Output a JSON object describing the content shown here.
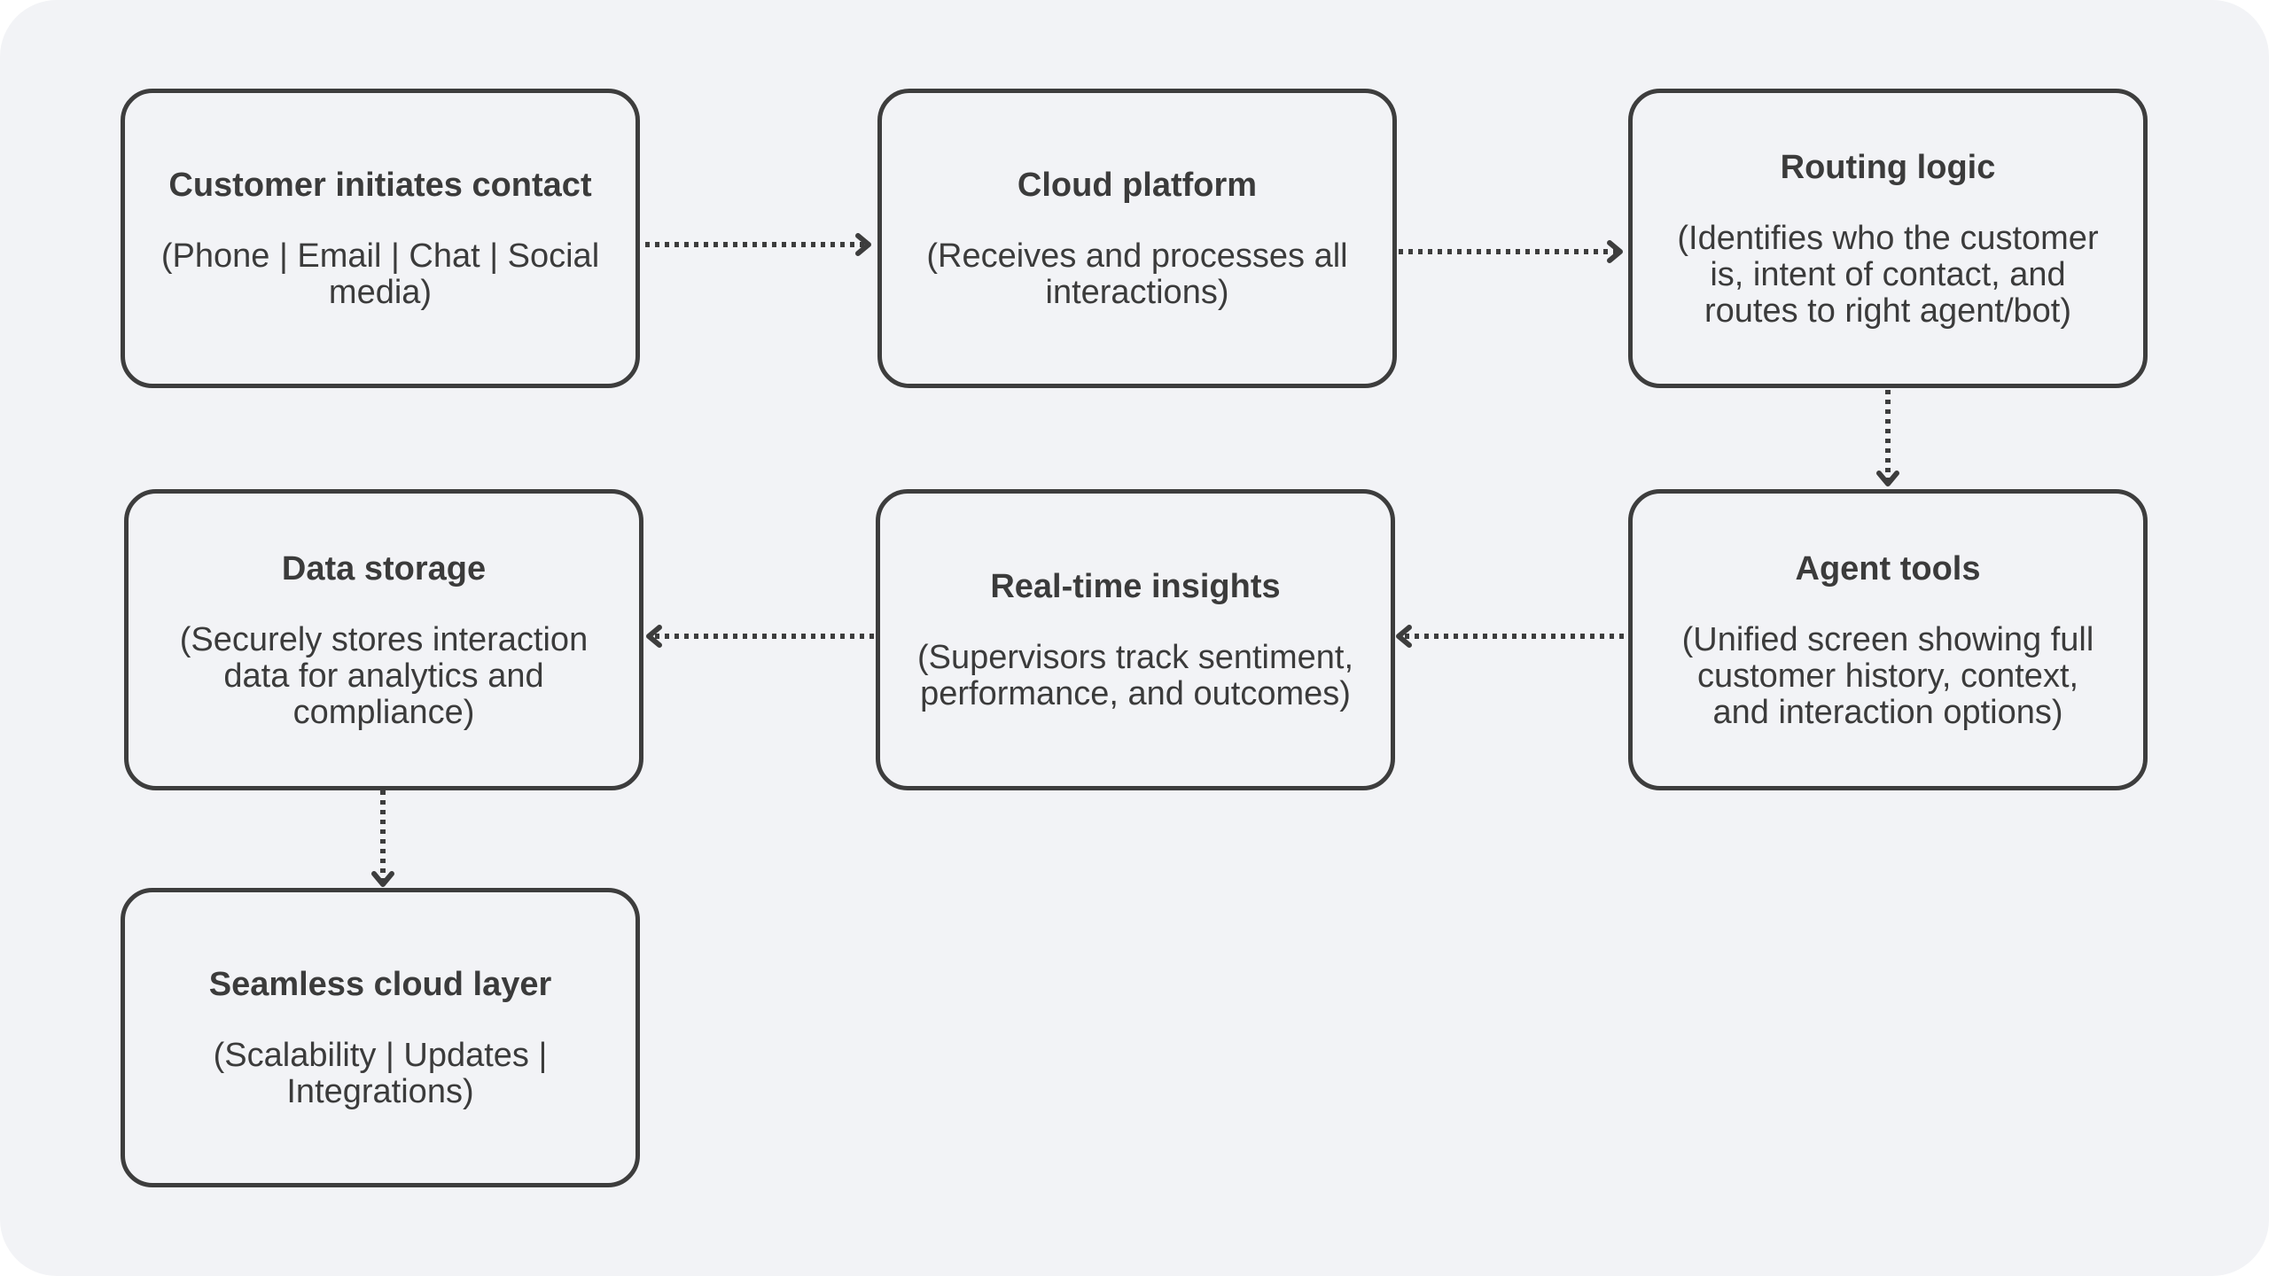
{
  "nodes": [
    {
      "id": "contact",
      "title": "Customer initiates contact",
      "desc": "(Phone | Email | Chat | Social media)"
    },
    {
      "id": "cloud",
      "title": "Cloud platform",
      "desc": "(Receives and processes all interactions)"
    },
    {
      "id": "routing",
      "title": "Routing logic",
      "desc": "(Identifies who the customer is, intent of contact, and routes to right agent/bot)"
    },
    {
      "id": "agent",
      "title": "Agent tools",
      "desc": "(Unified screen showing full customer history, context, and interaction options)"
    },
    {
      "id": "insights",
      "title": "Real-time insights",
      "desc": "(Supervisors track sentiment, performance, and outcomes)"
    },
    {
      "id": "storage",
      "title": "Data storage",
      "desc": "(Securely stores interaction data for analytics and compliance)"
    },
    {
      "id": "layer",
      "title": "Seamless cloud layer",
      "desc": "(Scalability | Updates | Integrations)"
    }
  ],
  "edges": [
    {
      "from": "contact",
      "to": "cloud"
    },
    {
      "from": "cloud",
      "to": "routing"
    },
    {
      "from": "routing",
      "to": "agent"
    },
    {
      "from": "agent",
      "to": "insights"
    },
    {
      "from": "insights",
      "to": "storage"
    },
    {
      "from": "storage",
      "to": "layer"
    }
  ]
}
